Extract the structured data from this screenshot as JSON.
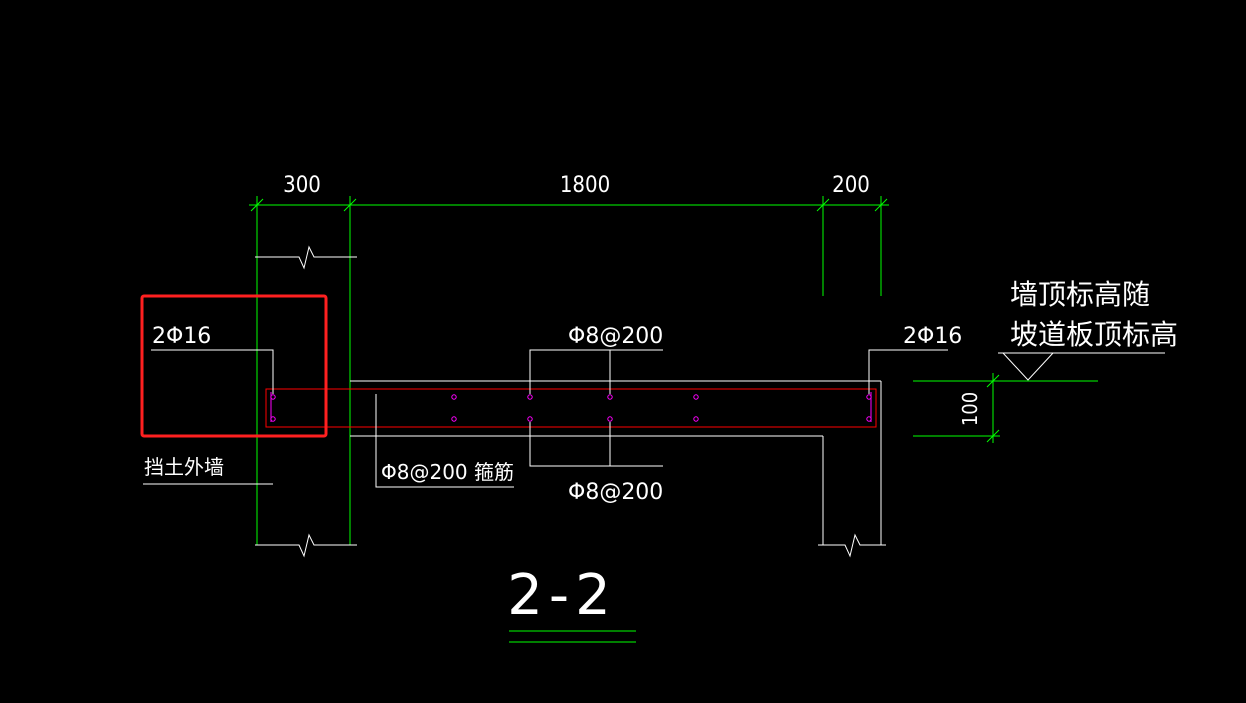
{
  "dimensions": {
    "d1": "300",
    "d2": "1800",
    "d3": "200",
    "thickness": "100"
  },
  "labels": {
    "left_rebar": "2Φ16",
    "right_rebar": "2Φ16",
    "top_dist": "Φ8@200",
    "bottom_dist": "Φ8@200",
    "stirrup": "Φ8@200  箍筋",
    "wall_name": "挡土外墙",
    "note_line1": "墙顶标高随",
    "note_line2": "坡道板顶标高",
    "section_title": "2-2"
  },
  "colors": {
    "background": "#000000",
    "line_green": "#00ff00",
    "outline_white": "#ffffff",
    "slab_red": "#ff0000",
    "rebar_magenta": "#ff00ff",
    "highlight_red": "#ff2020"
  }
}
